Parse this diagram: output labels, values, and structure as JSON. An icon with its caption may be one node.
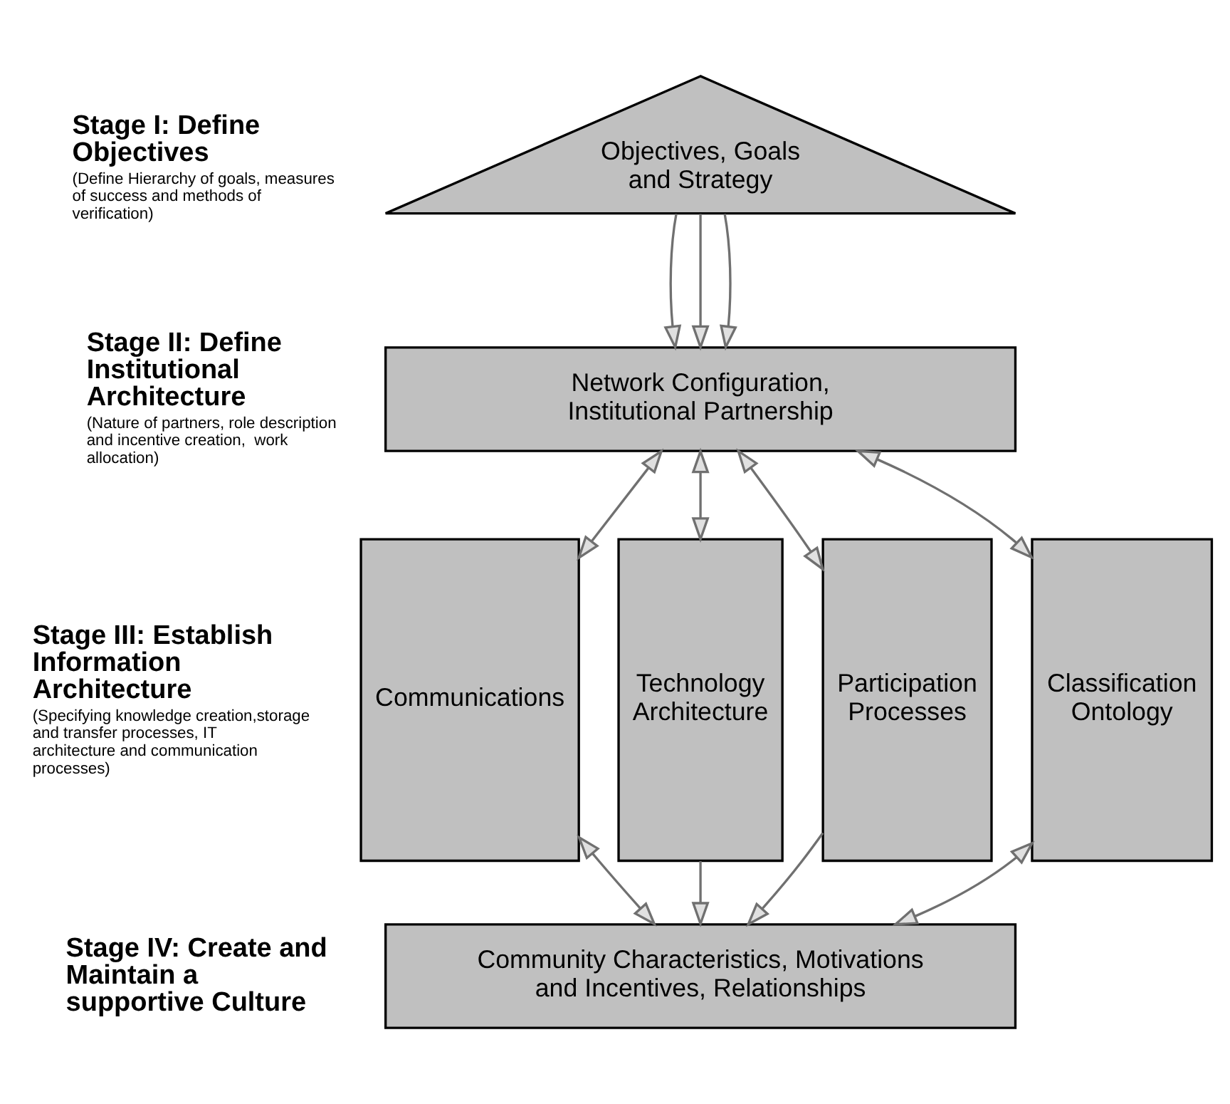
{
  "diagram": {
    "nodes": [
      {
        "text": [
          "Objectives, Goals and Strategy"
        ]
      },
      {
        "text": [
          "Network Configuration, Institutional Partnership"
        ]
      },
      {
        "text": [
          "Participation Processes"
        ]
      },
      {
        "text": [
          "Classification Ontology"
        ]
      },
      {
        "text": [
          "Communications"
        ]
      },
      {
        "text": [
          "Technology Architecture"
        ]
      },
      {
        "text": [
          "Community Characteristics, Motivations and Incentives, Relationships"
        ]
      }
    ],
    "edges": [
      {
        "from": 0,
        "to": 1,
        "arrow": "to"
      },
      {
        "from": 0,
        "to": 1,
        "arrow": "to"
      },
      {
        "from": 0,
        "to": 1,
        "arrow": "to"
      },
      {
        "from": 1,
        "to": 2,
        "arrow": "both"
      },
      {
        "from": 1,
        "to": 3,
        "arrow": "both"
      },
      {
        "from": 1,
        "to": 4,
        "arrow": "both"
      },
      {
        "from": 1,
        "to": 5,
        "arrow": "both"
      },
      {
        "from": 2,
        "to": 6,
        "arrow": "to"
      },
      {
        "from": 3,
        "to": 6,
        "arrow": "both"
      },
      {
        "from": 4,
        "to": 6,
        "arrow": "both"
      },
      {
        "from": 5,
        "to": 6,
        "arrow": "to"
      }
    ],
    "labels": [
      "Stage I: Define Objectives",
      "(Define Hierarchy of goals, measures of success and methods of verification)",
      "Stage II: Define Institutional Architecture",
      "(Nature of partners, role description and incentive creation,  work allocation)",
      "Stage III: Establish Information Architecture",
      "(Specifying knowledge creation,storage and transfer processes, IT architecture and communication processes)",
      "Stage IV: Create and Maintain a supportive Culture"
    ]
  }
}
